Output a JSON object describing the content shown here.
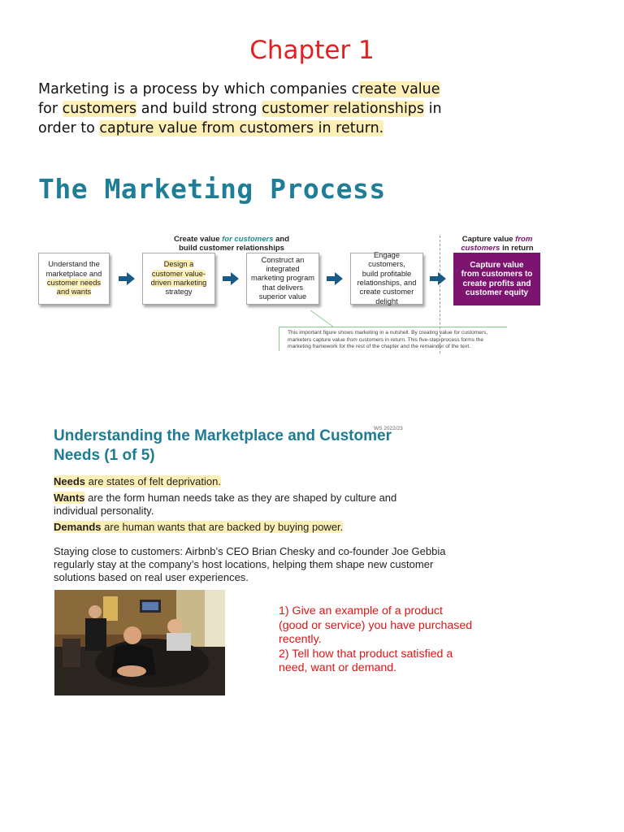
{
  "chapter_title": "Chapter 1",
  "definition": {
    "p1": "Marketing is a process by which companies c",
    "h1": "reate value",
    "p2": "for ",
    "h2": "customers",
    "p3": " and build strong ",
    "h3": "customer relationships",
    "p4": " in",
    "p5": "order to ",
    "h4": "capture value from customers in return."
  },
  "process_heading": "The Marketing Process",
  "diagram": {
    "group_left": {
      "line1a": "Create value ",
      "line1b": "for customers",
      "line1c": " and",
      "line2": "build customer relationships"
    },
    "group_right": {
      "line1a": "Capture value ",
      "line1b": "from",
      "line2a": "customers",
      "line2b": " in return"
    },
    "steps": [
      {
        "lines": [
          "Understand the",
          "marketplace and",
          "customer needs",
          "and wants"
        ]
      },
      {
        "lines": [
          "Design a",
          "customer value-",
          "driven marketing",
          "strategy"
        ]
      },
      {
        "lines": [
          "Construct an",
          "integrated",
          "marketing program",
          "that delivers",
          "superior value"
        ]
      },
      {
        "lines": [
          "Engage customers,",
          "build profitable",
          "relationships, and",
          "create customer",
          "delight"
        ]
      },
      {
        "lines": [
          "Capture value",
          "from customers to",
          "create profits and",
          "customer equity"
        ]
      }
    ],
    "caption": {
      "a": "This important figure shows marketing in a nutshell. By creating value ",
      "b": "for",
      "c": " customers,",
      "d": "marketers capture value ",
      "e": "from",
      "f": " customers in return. This five-step process forms the",
      "g": "marketing framework for the rest of the chapter and the remainder of the text."
    },
    "colors": {
      "accent_teal": "#1f7d96",
      "final_box": "#7d1470",
      "arrow": "#1c5a86"
    }
  },
  "slide": {
    "title_line1": "Understanding the Marketplace and Customer",
    "title_line2": "Needs (1 of 5)",
    "date_stamp": "WS 2022/23",
    "needs_term": "Needs",
    "needs_text": " are states of felt deprivation.",
    "wants_term": "Wants",
    "wants_text": " are the form human needs take as they are shaped by culture and",
    "wants_text2": "individual personality.",
    "demands_term": "Demands",
    "demands_text": " are human wants that are backed by buying power.",
    "staying": "Staying close to customers: Airbnb’s CEO Brian Chesky and co-founder Joe Gebbia regularly stay at the company’s host locations, helping them shape new customer solutions based on real user experiences."
  },
  "questions": {
    "q1": "1) Give an example of a product (good or service) you have purchased recently.",
    "q2": "2) Tell how that product satisfied a need, want or demand."
  }
}
